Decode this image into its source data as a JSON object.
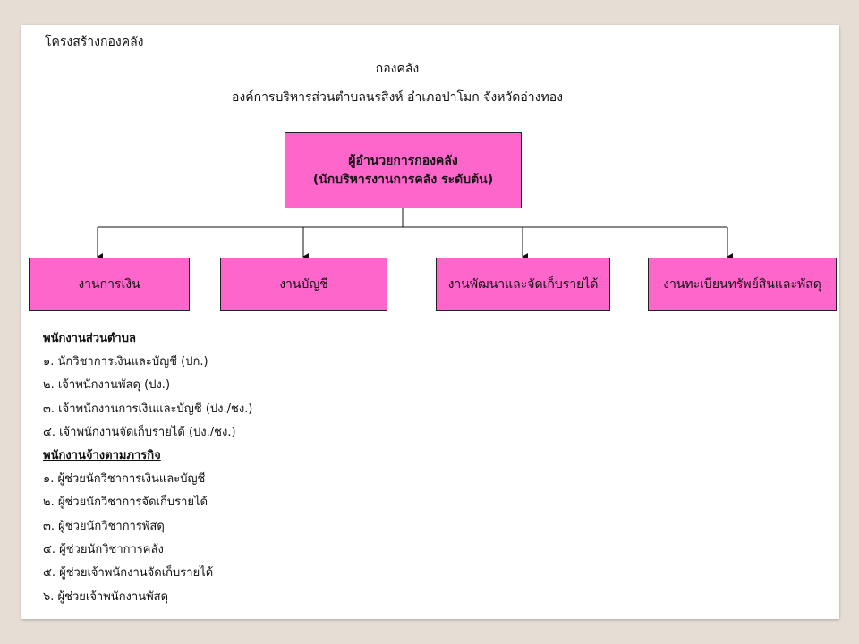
{
  "page": {
    "section_title": "โครงสร้างกองคลัง",
    "heading": "กองคลัง",
    "subheading": "องค์การบริหารส่วนตำบลนรสิงห์ อำเภอป่าโมก จังหวัดอ่างทอง"
  },
  "org_chart": {
    "head": {
      "title": "ผู้อำนวยการกองคลัง",
      "subtitle": "(นักบริหารงานการคลัง ระดับต้น)"
    },
    "units": [
      {
        "label": "งานการเงิน"
      },
      {
        "label": "งานบัญชี"
      },
      {
        "label": "งานพัฒนาและจัดเก็บรายได้"
      },
      {
        "label": "งานทะเบียนทรัพย์สินและพัสดุ"
      }
    ],
    "box_color": "#ff66cc"
  },
  "staff": {
    "permanent_heading": "พนักงานส่วนตำบล",
    "permanent": [
      "๑. นักวิชาการเงินและบัญชี (ปก.)",
      "๒. เจ้าพนักงานพัสดุ (ปง.)",
      "๓. เจ้าพนักงานการเงินและบัญชี (ปง./ชง.)",
      "๔. เจ้าพนักงานจัดเก็บรายได้ (ปง./ชง.)"
    ],
    "contract_heading": "พนักงานจ้างตามภารกิจ",
    "contract": [
      "๑. ผู้ช่วยนักวิชาการเงินและบัญชี",
      "๒. ผู้ช่วยนักวิชาการจัดเก็บรายได้",
      "๓. ผู้ช่วยนักวิชาการพัสดุ",
      "๔. ผู้ช่วยนักวิชาการคลัง",
      "๕. ผู้ช่วยเจ้าพนักงานจัดเก็บรายได้",
      "๖. ผู้ช่วยเจ้าพนักงานพัสดุ"
    ]
  }
}
